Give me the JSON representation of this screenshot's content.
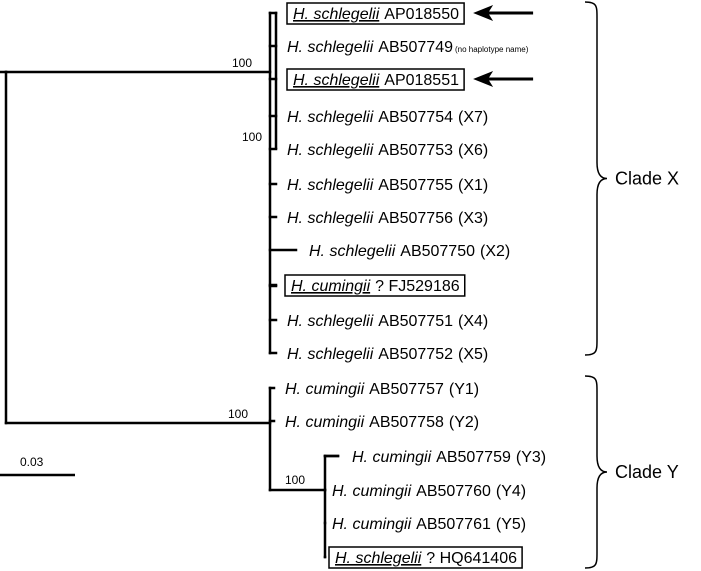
{
  "tree": {
    "clades": [
      {
        "label": "Clade X",
        "support": [
          "100",
          "100"
        ],
        "taxa": [
          {
            "species": "H. schlegelii",
            "accession": "AP018550",
            "note": "",
            "boxed": true,
            "arrow": true
          },
          {
            "species": "H. schlegelii",
            "accession": "AB507749",
            "note": "(no haplotype name)",
            "boxed": false,
            "arrow": false
          },
          {
            "species": "H. schlegelii",
            "accession": "AP018551",
            "note": "",
            "boxed": true,
            "arrow": true
          },
          {
            "species": "H. schlegelii",
            "accession": "AB507754",
            "note": "(X7)",
            "boxed": false,
            "arrow": false
          },
          {
            "species": "H. schlegelii",
            "accession": "AB507753",
            "note": "(X6)",
            "boxed": false,
            "arrow": false
          },
          {
            "species": "H. schlegelii",
            "accession": "AB507755",
            "note": "(X1)",
            "boxed": false,
            "arrow": false
          },
          {
            "species": "H. schlegelii",
            "accession": "AB507756",
            "note": "(X3)",
            "boxed": false,
            "arrow": false
          },
          {
            "species": "H. schlegelii",
            "accession": "AB507750",
            "note": "(X2)",
            "boxed": false,
            "arrow": false
          },
          {
            "species": "H. cumingii",
            "accession": "? FJ529186",
            "note": "",
            "boxed": true,
            "arrow": false
          },
          {
            "species": "H. schlegelii",
            "accession": "AB507751",
            "note": "(X4)",
            "boxed": false,
            "arrow": false
          },
          {
            "species": "H. schlegelii",
            "accession": "AB507752",
            "note": "(X5)",
            "boxed": false,
            "arrow": false
          }
        ]
      },
      {
        "label": "Clade Y",
        "support": [
          "100",
          "100"
        ],
        "taxa": [
          {
            "species": "H. cumingii",
            "accession": "AB507757",
            "note": "(Y1)",
            "boxed": false,
            "arrow": false
          },
          {
            "species": "H. cumingii",
            "accession": "AB507758",
            "note": "(Y2)",
            "boxed": false,
            "arrow": false
          },
          {
            "species": "H. cumingii",
            "accession": "AB507759",
            "note": "(Y3)",
            "boxed": false,
            "arrow": false
          },
          {
            "species": "H. cumingii",
            "accession": "AB507760",
            "note": "(Y4)",
            "boxed": false,
            "arrow": false
          },
          {
            "species": "H. cumingii",
            "accession": "AB507761",
            "note": "(Y5)",
            "boxed": false,
            "arrow": false
          },
          {
            "species": "H. schlegelii",
            "accession": "? HQ641406",
            "note": "",
            "boxed": true,
            "arrow": false
          }
        ]
      }
    ],
    "scale_bar": "0.03",
    "colors": {
      "line": "#000000",
      "background": "#ffffff"
    }
  }
}
